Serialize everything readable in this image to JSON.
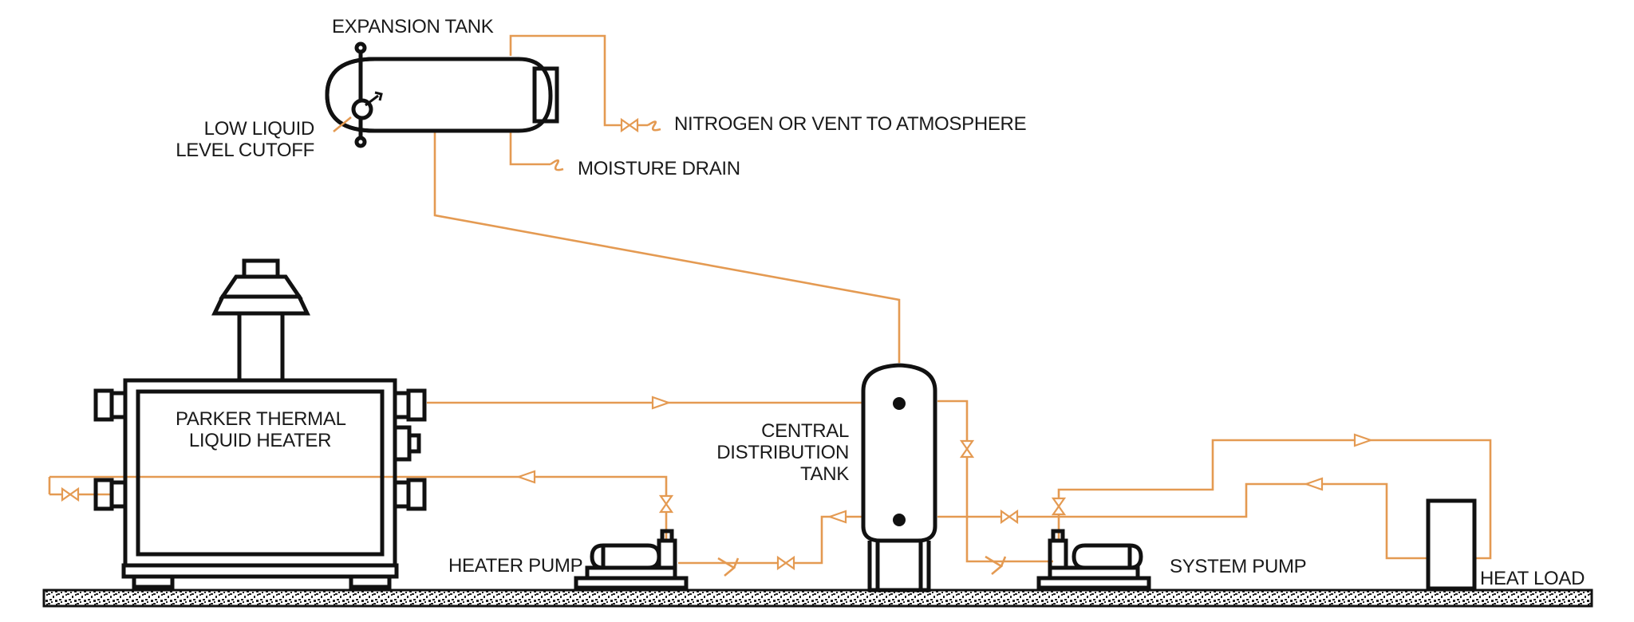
{
  "diagram": {
    "labels": {
      "expansion_tank": "EXPANSION TANK",
      "low_liquid_line1": "LOW LIQUID",
      "low_liquid_line2": "LEVEL CUTOFF",
      "nitrogen_vent": "NITROGEN OR VENT TO ATMOSPHERE",
      "moisture_drain": "MOISTURE DRAIN",
      "heater_line1": "PARKER THERMAL",
      "heater_line2": "LIQUID HEATER",
      "central_line1": "CENTRAL",
      "central_line2": "DISTRIBUTION",
      "central_line3": "TANK",
      "heater_pump": "HEATER PUMP",
      "system_pump": "SYSTEM PUMP",
      "heat_load": "HEAT LOAD"
    },
    "colors": {
      "pipe": "#e49a52",
      "equipment": "#111111",
      "background": "#ffffff"
    }
  }
}
